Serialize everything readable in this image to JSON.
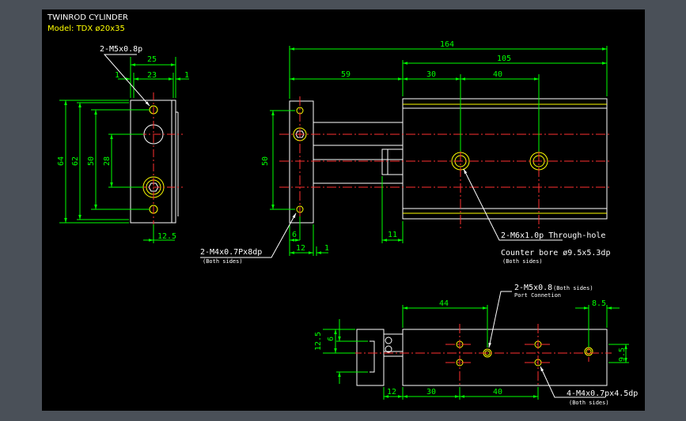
{
  "title": "TWINROD CYLINDER",
  "model": "Model: TDX ø20x35",
  "colors": {
    "background": "#000000",
    "frame_outside": "#4a5058",
    "outline": "#ffffff",
    "hidden": "#ffff00",
    "dimension": "#00ff00",
    "centerline": "#ff3030",
    "annotation": "#ffffff",
    "note_secondary": "#ffff00"
  },
  "dimensions": {
    "left_view": [
      "25",
      "23",
      "1",
      "1",
      "64",
      "62",
      "50",
      "28",
      "12.5"
    ],
    "main_view": [
      "164",
      "105",
      "59",
      "30",
      "40",
      "50",
      "6",
      "11",
      "12",
      "1"
    ],
    "bottom_view": [
      "44",
      "8.5",
      "12.5",
      "6",
      "9.5",
      "12",
      "30",
      "40"
    ]
  },
  "notes": {
    "port_left": "2-M5x0.8p",
    "mount_tap": "2-M4x0.7Px8dp",
    "mount_tap_sub": "(Both sides)",
    "through_hole": "2-M6x1.0p Through-hole",
    "counter_bore": "Counter bore ø9.5x5.3dp",
    "counter_bore_sub": "(Both sides)",
    "port_bottom": "2-M5x0.8",
    "port_bottom_sub": "(Both sides)",
    "port_connection": "Port Connetion",
    "bottom_tap": "4-M4x0.7px4.5dp",
    "bottom_tap_sub": "(Both sides)"
  }
}
